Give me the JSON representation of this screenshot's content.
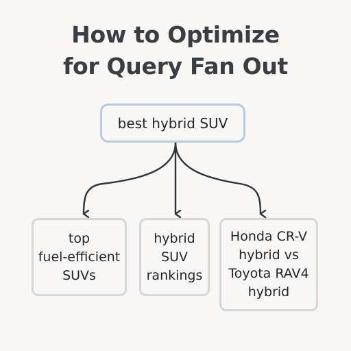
{
  "title": {
    "line1": "How to Optimize",
    "line2": "for Query Fan Out"
  },
  "root": {
    "label": "best hybrid SUV"
  },
  "children": [
    {
      "label": "top\nfuel-efficient\nSUVs"
    },
    {
      "label": "hybrid\nSUV\nrankings"
    },
    {
      "label": "Honda CR-V\nhybrid vs\nToyota RAV4\nhybrid"
    }
  ],
  "colors": {
    "background": "#f8f7f5",
    "root_border": "#b7cbe0",
    "child_border": "#d6d6d6",
    "arrow": "#2f3336"
  }
}
